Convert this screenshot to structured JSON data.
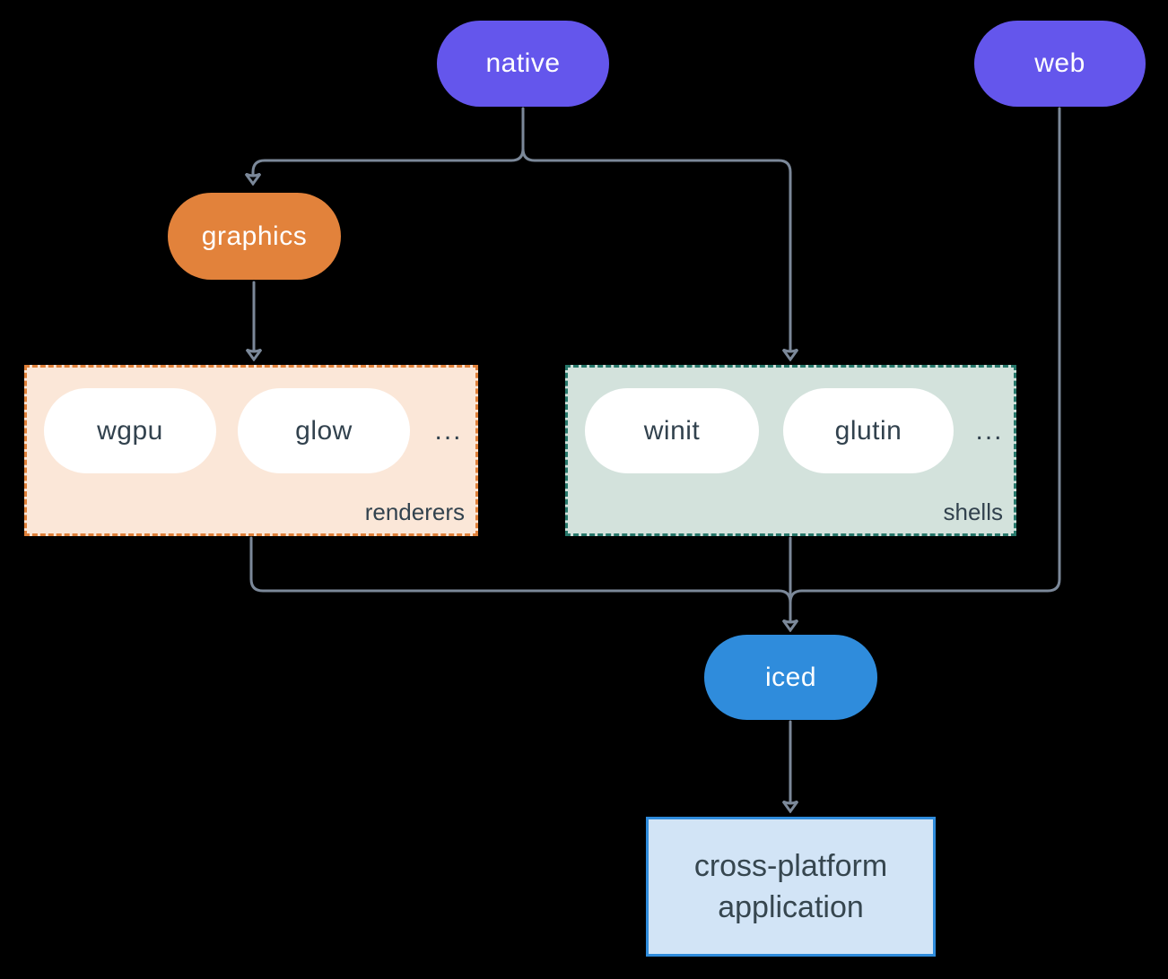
{
  "background": "#000000",
  "edge_color": "#7b8899",
  "nodes": {
    "native": {
      "label": "native",
      "fill": "#6456ec",
      "text": "#ffffff"
    },
    "web": {
      "label": "web",
      "fill": "#6456ec",
      "text": "#ffffff"
    },
    "graphics": {
      "label": "graphics",
      "fill": "#e2823b",
      "text": "#ffffff"
    },
    "iced": {
      "label": "iced",
      "fill": "#2f8cdc",
      "text": "#ffffff"
    },
    "wgpu": {
      "label": "wgpu",
      "fill": "#ffffff",
      "text": "#32424e"
    },
    "glow": {
      "label": "glow",
      "fill": "#ffffff",
      "text": "#32424e"
    },
    "winit": {
      "label": "winit",
      "fill": "#ffffff",
      "text": "#32424e"
    },
    "glutin": {
      "label": "glutin",
      "fill": "#ffffff",
      "text": "#32424e"
    }
  },
  "groups": {
    "renderers": {
      "label": "renderers",
      "ellipsis": "...",
      "fill": "#fbe7d8",
      "border": "#e0813a"
    },
    "shells": {
      "label": "shells",
      "ellipsis": "...",
      "fill": "#d3e2dc",
      "border": "#27786b"
    }
  },
  "app_box": {
    "line1": "cross-platform",
    "line2": "application",
    "fill": "#d2e4f6",
    "border": "#2f8cdc",
    "text": "#36464f"
  },
  "edges": [
    {
      "from": "native",
      "to": "graphics"
    },
    {
      "from": "native",
      "to": "shells"
    },
    {
      "from": "graphics",
      "to": "renderers"
    },
    {
      "from": "renderers",
      "to": "iced"
    },
    {
      "from": "shells",
      "to": "iced"
    },
    {
      "from": "web",
      "to": "iced"
    },
    {
      "from": "iced",
      "to": "cross-platform application"
    }
  ]
}
